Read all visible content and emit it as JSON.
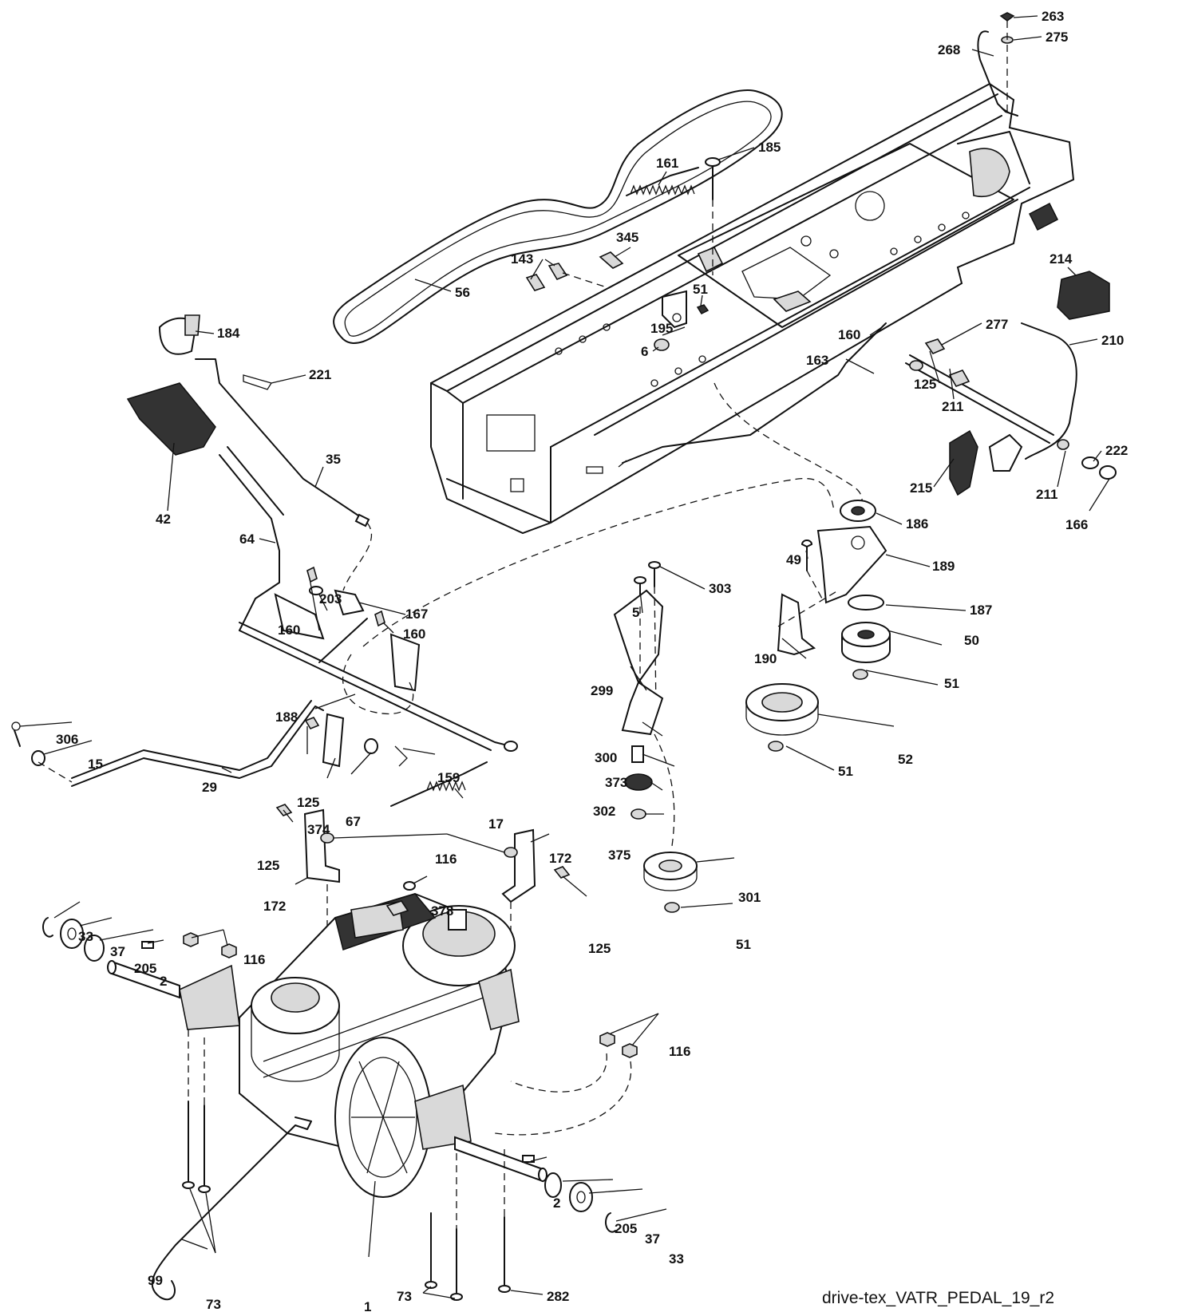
{
  "diagram_id": "drive-tex_VATR_PEDAL_19_r2",
  "callouts": [
    {
      "id": "c263",
      "text": "263"
    },
    {
      "id": "c275",
      "text": "275"
    },
    {
      "id": "c268",
      "text": "268"
    },
    {
      "id": "c185",
      "text": "185"
    },
    {
      "id": "c161",
      "text": "161"
    },
    {
      "id": "c345",
      "text": "345"
    },
    {
      "id": "c143",
      "text": "143"
    },
    {
      "id": "c56",
      "text": "56"
    },
    {
      "id": "c51a",
      "text": "51"
    },
    {
      "id": "c195",
      "text": "195"
    },
    {
      "id": "c6",
      "text": "6"
    },
    {
      "id": "c214",
      "text": "214"
    },
    {
      "id": "c160a",
      "text": "160"
    },
    {
      "id": "c277",
      "text": "277"
    },
    {
      "id": "c210",
      "text": "210"
    },
    {
      "id": "c163",
      "text": "163"
    },
    {
      "id": "c125a",
      "text": "125"
    },
    {
      "id": "c211a",
      "text": "211"
    },
    {
      "id": "c184",
      "text": "184"
    },
    {
      "id": "c221",
      "text": "221"
    },
    {
      "id": "c35",
      "text": "35"
    },
    {
      "id": "c42",
      "text": "42"
    },
    {
      "id": "c64",
      "text": "64"
    },
    {
      "id": "c215",
      "text": "215"
    },
    {
      "id": "c211b",
      "text": "211"
    },
    {
      "id": "c222",
      "text": "222"
    },
    {
      "id": "c166",
      "text": "166"
    },
    {
      "id": "c186",
      "text": "186"
    },
    {
      "id": "c49",
      "text": "49"
    },
    {
      "id": "c189",
      "text": "189"
    },
    {
      "id": "c303",
      "text": "303"
    },
    {
      "id": "c5",
      "text": "5"
    },
    {
      "id": "c203",
      "text": "203"
    },
    {
      "id": "c167",
      "text": "167"
    },
    {
      "id": "c160b",
      "text": "160"
    },
    {
      "id": "c160c",
      "text": "160"
    },
    {
      "id": "c187",
      "text": "187"
    },
    {
      "id": "c50",
      "text": "50"
    },
    {
      "id": "c190",
      "text": "190"
    },
    {
      "id": "c299",
      "text": "299"
    },
    {
      "id": "c51b",
      "text": "51"
    },
    {
      "id": "c188",
      "text": "188"
    },
    {
      "id": "c306",
      "text": "306"
    },
    {
      "id": "c15",
      "text": "15"
    },
    {
      "id": "c300",
      "text": "300"
    },
    {
      "id": "c52",
      "text": "52"
    },
    {
      "id": "c51c",
      "text": "51"
    },
    {
      "id": "c373",
      "text": "373"
    },
    {
      "id": "c29",
      "text": "29"
    },
    {
      "id": "c125b",
      "text": "125"
    },
    {
      "id": "c159",
      "text": "159"
    },
    {
      "id": "c374",
      "text": "374"
    },
    {
      "id": "c67",
      "text": "67"
    },
    {
      "id": "c302",
      "text": "302"
    },
    {
      "id": "c17",
      "text": "17"
    },
    {
      "id": "c375",
      "text": "375"
    },
    {
      "id": "c125c",
      "text": "125"
    },
    {
      "id": "c116a",
      "text": "116"
    },
    {
      "id": "c172a",
      "text": "172"
    },
    {
      "id": "c172b",
      "text": "172"
    },
    {
      "id": "c301",
      "text": "301"
    },
    {
      "id": "c378",
      "text": "378"
    },
    {
      "id": "c125d",
      "text": "125"
    },
    {
      "id": "c51d",
      "text": "51"
    },
    {
      "id": "c33a",
      "text": "33"
    },
    {
      "id": "c37a",
      "text": "37"
    },
    {
      "id": "c116b",
      "text": "116"
    },
    {
      "id": "c205a",
      "text": "205"
    },
    {
      "id": "c2a",
      "text": "2"
    },
    {
      "id": "c116c",
      "text": "116"
    },
    {
      "id": "c73a",
      "text": "73"
    },
    {
      "id": "c2b",
      "text": "2"
    },
    {
      "id": "c205b",
      "text": "205"
    },
    {
      "id": "c37b",
      "text": "37"
    },
    {
      "id": "c99",
      "text": "99"
    },
    {
      "id": "c33b",
      "text": "33"
    },
    {
      "id": "c1",
      "text": "1"
    },
    {
      "id": "c73b",
      "text": "73"
    },
    {
      "id": "c282",
      "text": "282"
    }
  ]
}
